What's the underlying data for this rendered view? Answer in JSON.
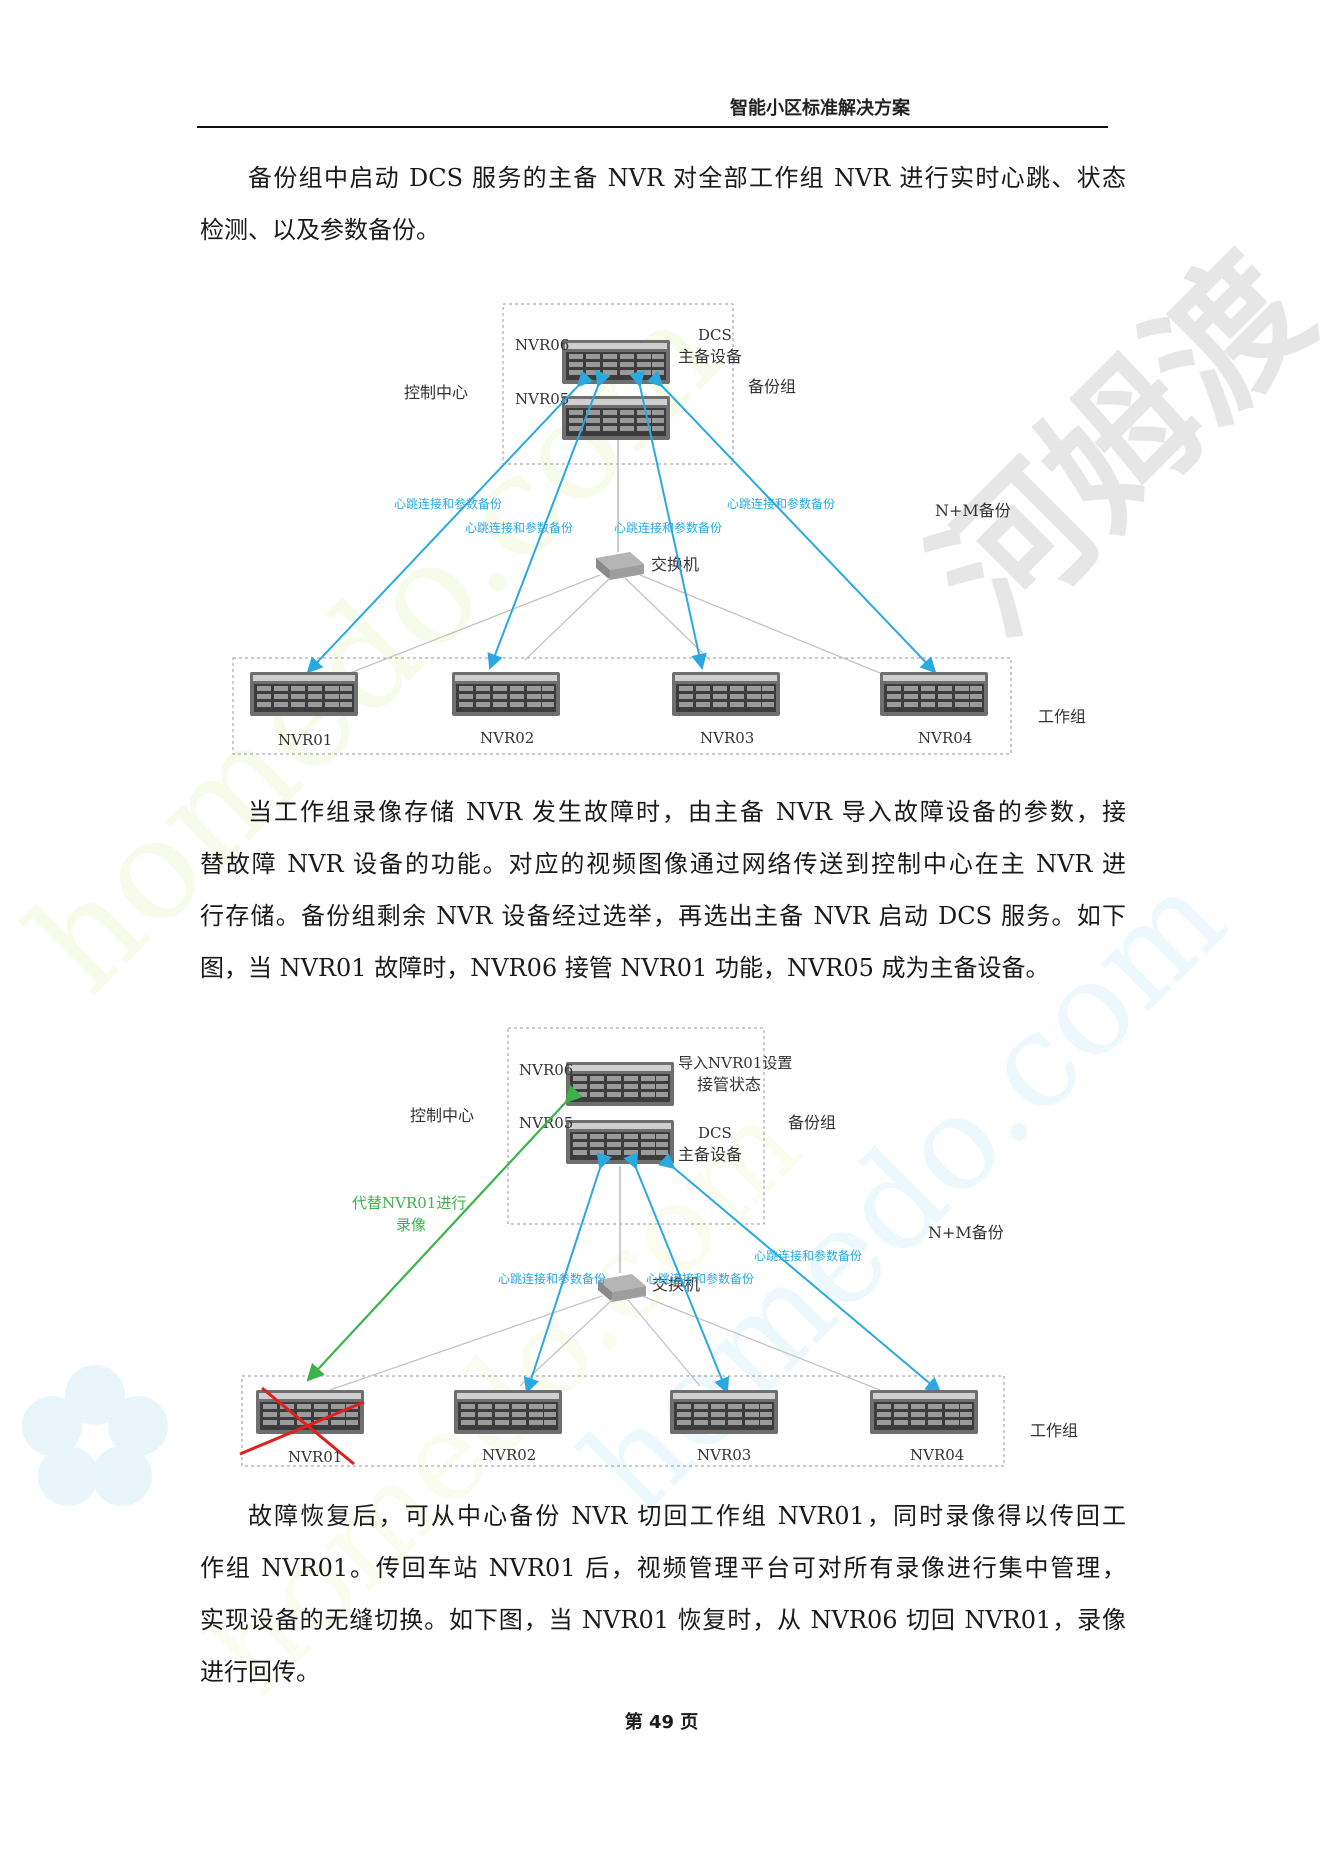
{
  "header": {
    "title": "智能小区标准解决方案"
  },
  "paragraphs": {
    "p1": [
      "备份组中启动 DCS 服务的主备 NVR 对全部工作组 NVR 进行实时心跳、状态",
      "检测、以及参数备份。"
    ],
    "p2": [
      "当工作组录像存储 NVR 发生故障时，由主备 NVR 导入故障设备的参数，接",
      "替故障 NVR 设备的功能。对应的视频图像通过网络传送到控制中心在主 NVR 进",
      "行存储。备份组剩余 NVR 设备经过选举，再选出主备 NVR 启动 DCS 服务。如下",
      "图，当 NVR01 故障时，NVR06 接管 NVR01 功能，NVR05 成为主备设备。"
    ],
    "p3": [
      "故障恢复后，可从中心备份 NVR 切回工作组 NVR01，同时录像得以传回工",
      "作组 NVR01。传回车站 NVR01 后，视频管理平台可对所有录像进行集中管理，",
      "实现设备的无缝切换。如下图，当 NVR01 恢复时，从 NVR06 切回 NVR01，录像",
      "进行回传。"
    ]
  },
  "diagram1": {
    "control_center": "控制中心",
    "backup_group": "备份组",
    "nvr06": "NVR06",
    "nvr05": "NVR05",
    "dcs_line1": "DCS",
    "dcs_line2": "主备设备",
    "switch": "交换机",
    "nm_backup": "N+M备份",
    "work_group": "工作组",
    "heartbeat": "心跳连接和参数备份",
    "workers": [
      "NVR01",
      "NVR02",
      "NVR03",
      "NVR04"
    ]
  },
  "diagram2": {
    "control_center": "控制中心",
    "backup_group": "备份组",
    "nvr06": "NVR06",
    "nvr05": "NVR05",
    "import_line1": "导入NVR01设置",
    "import_line2": "接管状态",
    "dcs_line1": "DCS",
    "dcs_line2": "主备设备",
    "switch": "交换机",
    "nm_backup": "N+M备份",
    "work_group": "工作组",
    "heartbeat": "心跳连接和参数备份",
    "replace_line1": "代替NVR01进行",
    "replace_line2": "录像",
    "workers": [
      "NVR01",
      "NVR02",
      "NVR03",
      "NVR04"
    ]
  },
  "watermark": {
    "brand_cn": "河姆渡",
    "brand_en": "homedo.com"
  },
  "footer": {
    "page": "第 49 页"
  },
  "colors": {
    "heartbeat": "#2aa9e0",
    "takeover": "#3cb34a",
    "failure": "#e02020",
    "watermark": "#dcebc4"
  }
}
